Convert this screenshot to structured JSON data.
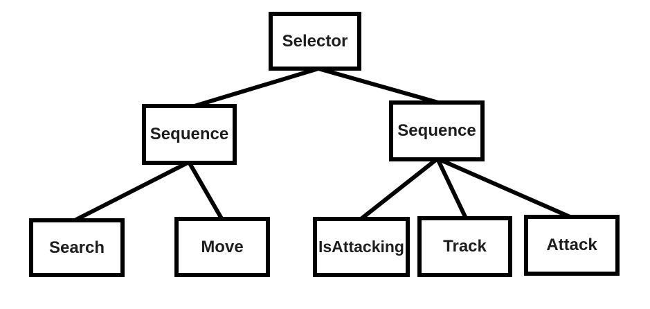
{
  "diagram": {
    "kind": "behavior-tree",
    "nodes": {
      "selector": {
        "label": "Selector",
        "type": "selector"
      },
      "sequence_left": {
        "label": "Sequence",
        "type": "sequence"
      },
      "sequence_right": {
        "label": "Sequence",
        "type": "sequence"
      },
      "search": {
        "label": "Search",
        "type": "leaf"
      },
      "move": {
        "label": "Move",
        "type": "leaf"
      },
      "is_attacking": {
        "label": "IsAttacking",
        "type": "leaf"
      },
      "track": {
        "label": "Track",
        "type": "leaf"
      },
      "attack": {
        "label": "Attack",
        "type": "leaf"
      }
    },
    "edges": [
      {
        "from": "selector",
        "to": "sequence_left"
      },
      {
        "from": "selector",
        "to": "sequence_right"
      },
      {
        "from": "sequence_left",
        "to": "search"
      },
      {
        "from": "sequence_left",
        "to": "move"
      },
      {
        "from": "sequence_right",
        "to": "is_attacking"
      },
      {
        "from": "sequence_right",
        "to": "track"
      },
      {
        "from": "sequence_right",
        "to": "attack"
      }
    ],
    "colors": {
      "background": "#ffffff",
      "border": "#000000",
      "line": "#000000",
      "text": "#1d1d1d"
    }
  }
}
